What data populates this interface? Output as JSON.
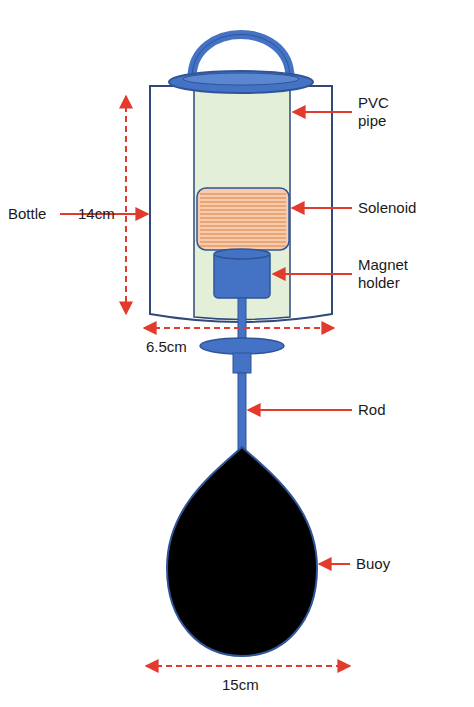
{
  "diagram": {
    "labels": [
      "Bottle",
      "14cm",
      "PVC pipe",
      "Solenoid",
      "Magnet holder",
      "6.5cm",
      "Rod",
      "Buoy",
      "15cm"
    ]
  }
}
